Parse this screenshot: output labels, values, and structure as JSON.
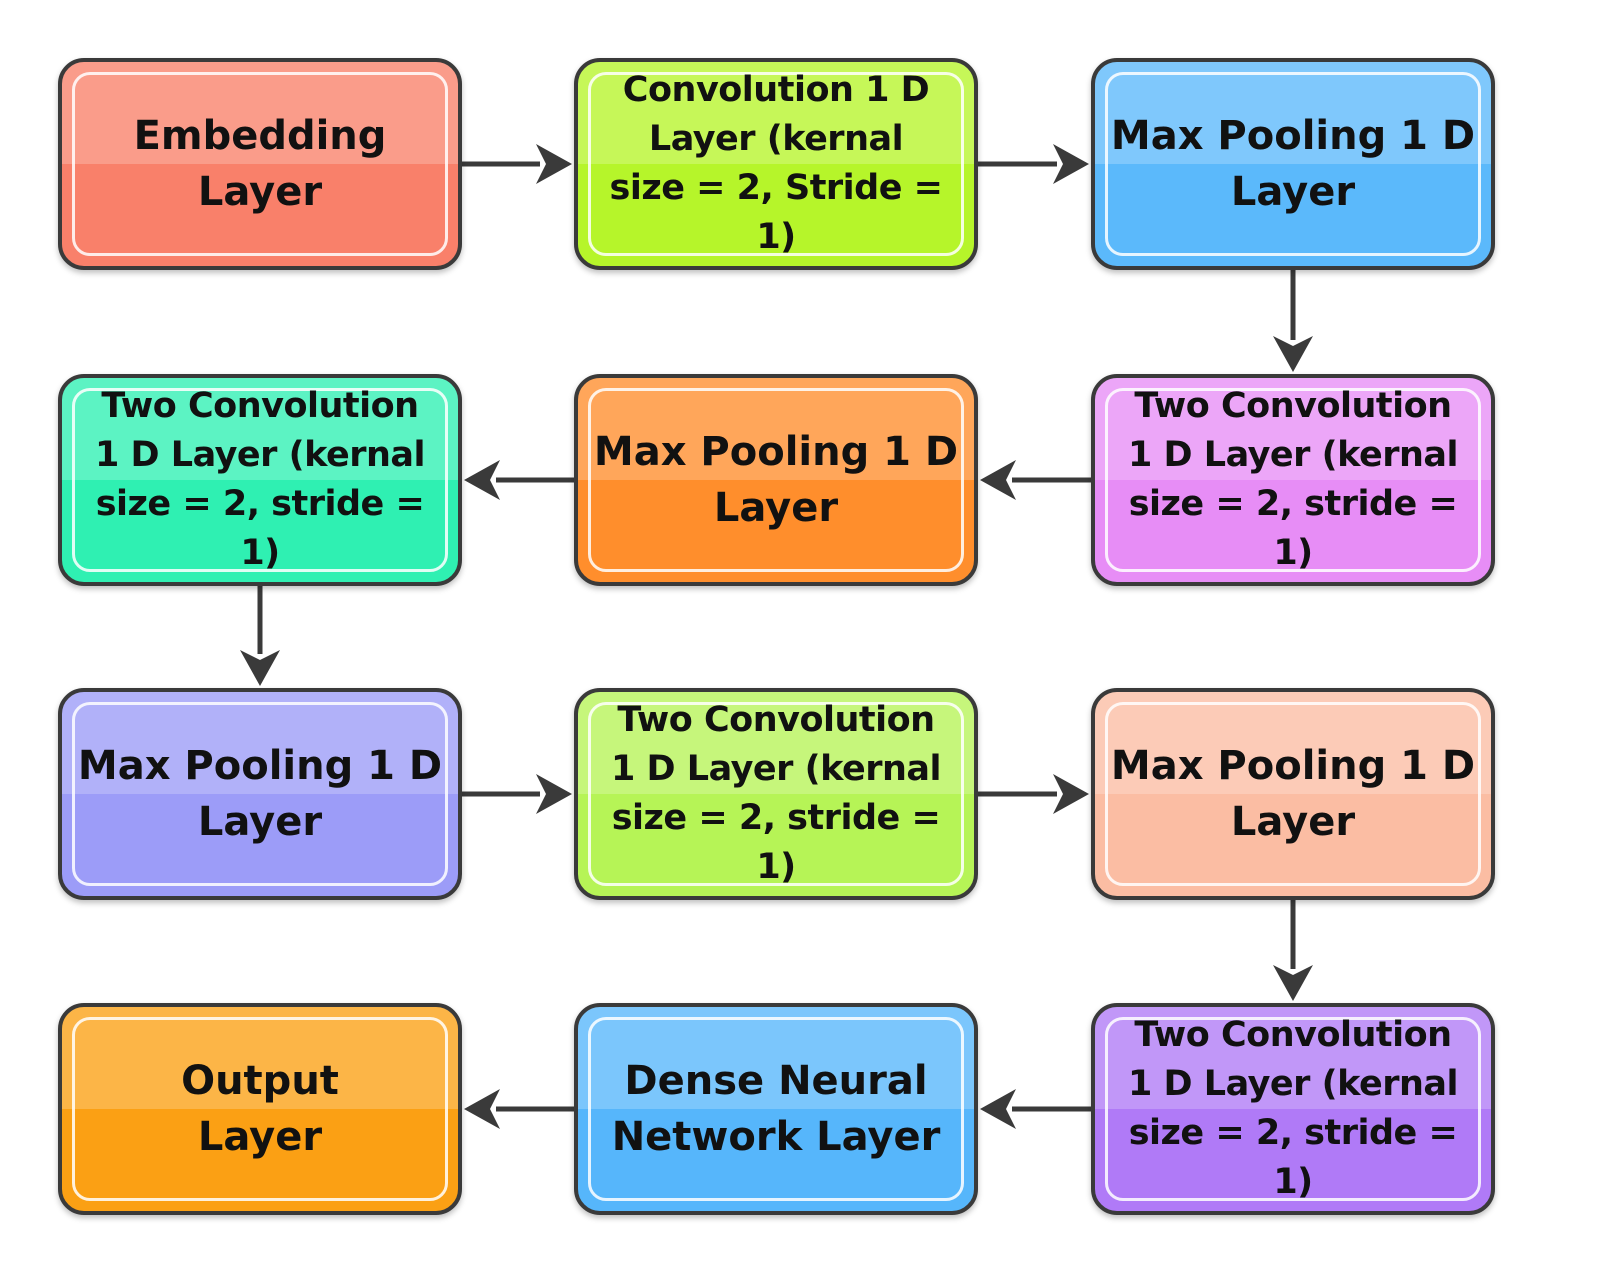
{
  "diagram": {
    "nodes": [
      {
        "id": "n1",
        "label": "Embedding\nLayer",
        "color": "#f9806a"
      },
      {
        "id": "n2",
        "label": "Convolution 1 D\nLayer (kernal\nsize = 2, Stride = 1)",
        "color": "#b6f52a"
      },
      {
        "id": "n3",
        "label": "Max Pooling 1 D\nLayer",
        "color": "#5bb9fb"
      },
      {
        "id": "n4",
        "label": "Two Convolution\n1 D Layer (kernal\nsize = 2, stride = 1)",
        "color": "#2ff0b2"
      },
      {
        "id": "n5",
        "label": "Max Pooling 1 D\nLayer",
        "color": "#ff8e2c"
      },
      {
        "id": "n6",
        "label": "Two Convolution\n1 D Layer (kernal\nsize = 2, stride = 1)",
        "color": "#e78df6"
      },
      {
        "id": "n7",
        "label": "Max Pooling 1 D\nLayer",
        "color": "#9c9cf8"
      },
      {
        "id": "n8",
        "label": "Two Convolution\n1 D Layer (kernal\nsize = 2, stride = 1)",
        "color": "#b6f456"
      },
      {
        "id": "n9",
        "label": "Max Pooling 1 D\nLayer",
        "color": "#fbbda3"
      },
      {
        "id": "n10",
        "label": "Output\nLayer",
        "color": "#fba014"
      },
      {
        "id": "n11",
        "label": "Dense Neural\nNetwork Layer",
        "color": "#56b6fb"
      },
      {
        "id": "n12",
        "label": "Two Convolution\n1 D Layer (kernal\nsize = 2, stride = 1)",
        "color": "#b07af7"
      }
    ],
    "edges": [
      {
        "from": "n1",
        "to": "n2"
      },
      {
        "from": "n2",
        "to": "n3"
      },
      {
        "from": "n3",
        "to": "n6"
      },
      {
        "from": "n6",
        "to": "n5"
      },
      {
        "from": "n5",
        "to": "n4"
      },
      {
        "from": "n4",
        "to": "n7"
      },
      {
        "from": "n7",
        "to": "n8"
      },
      {
        "from": "n8",
        "to": "n9"
      },
      {
        "from": "n9",
        "to": "n12"
      },
      {
        "from": "n12",
        "to": "n11"
      },
      {
        "from": "n11",
        "to": "n10"
      }
    ],
    "arrow_color": "#3a3a3a"
  }
}
